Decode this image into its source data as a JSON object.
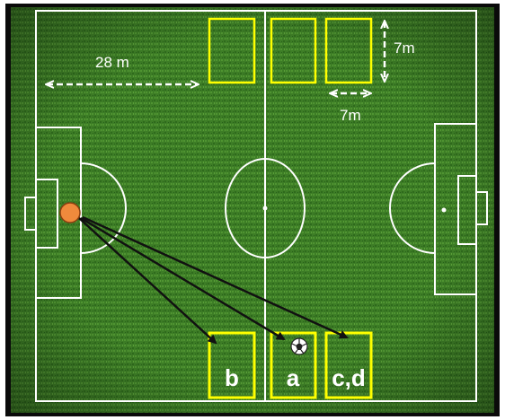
{
  "measure_labels": {
    "distance_from_goal_line": "28 m",
    "zone_height": "7m",
    "zone_width": "7m"
  },
  "zone_labels": {
    "b": "b",
    "a": "a",
    "cd": "c,d"
  },
  "colors": {
    "pitch_dark": "#2f6a1f",
    "pitch_light": "#4b8f2e",
    "lines": "#ffffff",
    "target_zones": "#ffff00",
    "player_marker": "#f08a3c",
    "arrows": "#111111",
    "frame": "#0a0a0a"
  },
  "icons": {
    "player": "orange-circle-player-icon",
    "ball": "soccer-ball-icon"
  }
}
